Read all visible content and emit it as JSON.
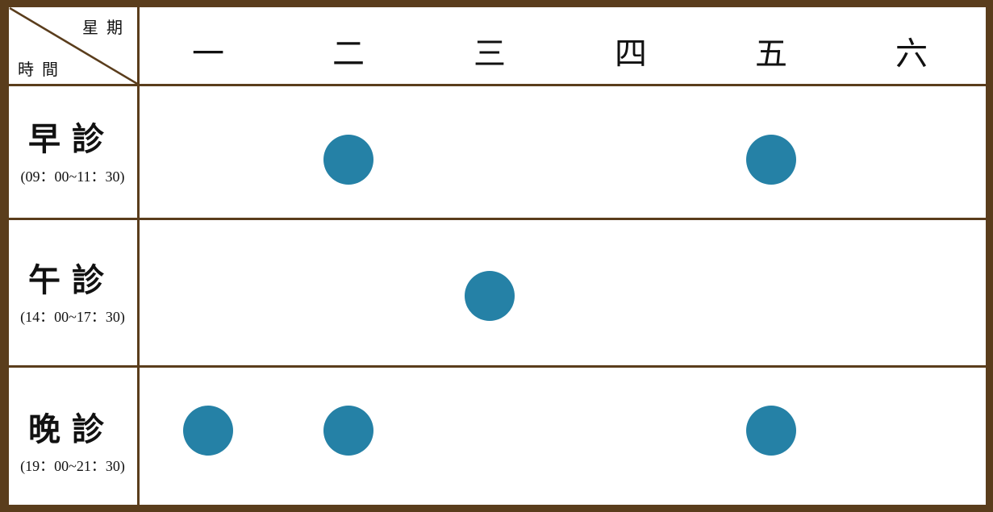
{
  "header": {
    "corner_top": "星期",
    "corner_bottom": "時間",
    "days": [
      "一",
      "二",
      "三",
      "四",
      "五",
      "六"
    ]
  },
  "sessions": [
    {
      "name": "早診",
      "time": "(09：00~11：30)",
      "open_days": [
        "二",
        "五"
      ]
    },
    {
      "name": "午診",
      "time": "(14：00~17：30)",
      "open_days": [
        "三"
      ]
    },
    {
      "name": "晚診",
      "time": "(19：00~21：30)",
      "open_days": [
        "一",
        "二",
        "五"
      ]
    }
  ],
  "colors": {
    "border": "#5a3d1c",
    "dot": "#2581a6"
  },
  "dot_icon": "filled-circle"
}
